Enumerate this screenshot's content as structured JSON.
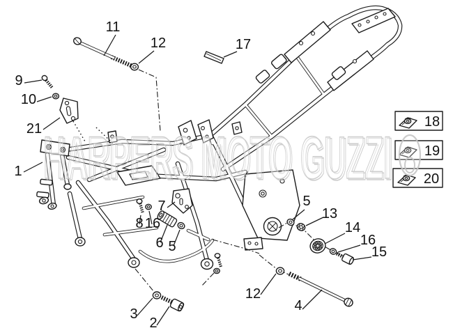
{
  "diagram": {
    "type": "exploded-parts-diagram",
    "subject": "motorcycle frame assembly",
    "background_color": "#ffffff",
    "line_color": "#1a1a1a",
    "watermark": {
      "text": "HARPERS MOTO GUZZI",
      "color": "#c9c9c9"
    },
    "callouts": [
      {
        "label": "11"
      },
      {
        "label": "12"
      },
      {
        "label": "17"
      },
      {
        "label": "9"
      },
      {
        "label": "10"
      },
      {
        "label": "21"
      },
      {
        "label": "1"
      },
      {
        "label": "7"
      },
      {
        "label": "8"
      },
      {
        "label": "16"
      },
      {
        "label": "6"
      },
      {
        "label": "5"
      },
      {
        "label": "5"
      },
      {
        "label": "13"
      },
      {
        "label": "14"
      },
      {
        "label": "16"
      },
      {
        "label": "15"
      },
      {
        "label": "12"
      },
      {
        "label": "4"
      },
      {
        "label": "3"
      },
      {
        "label": "2"
      }
    ],
    "boxed_items": [
      {
        "label": "18"
      },
      {
        "label": "19"
      },
      {
        "label": "20"
      }
    ]
  }
}
